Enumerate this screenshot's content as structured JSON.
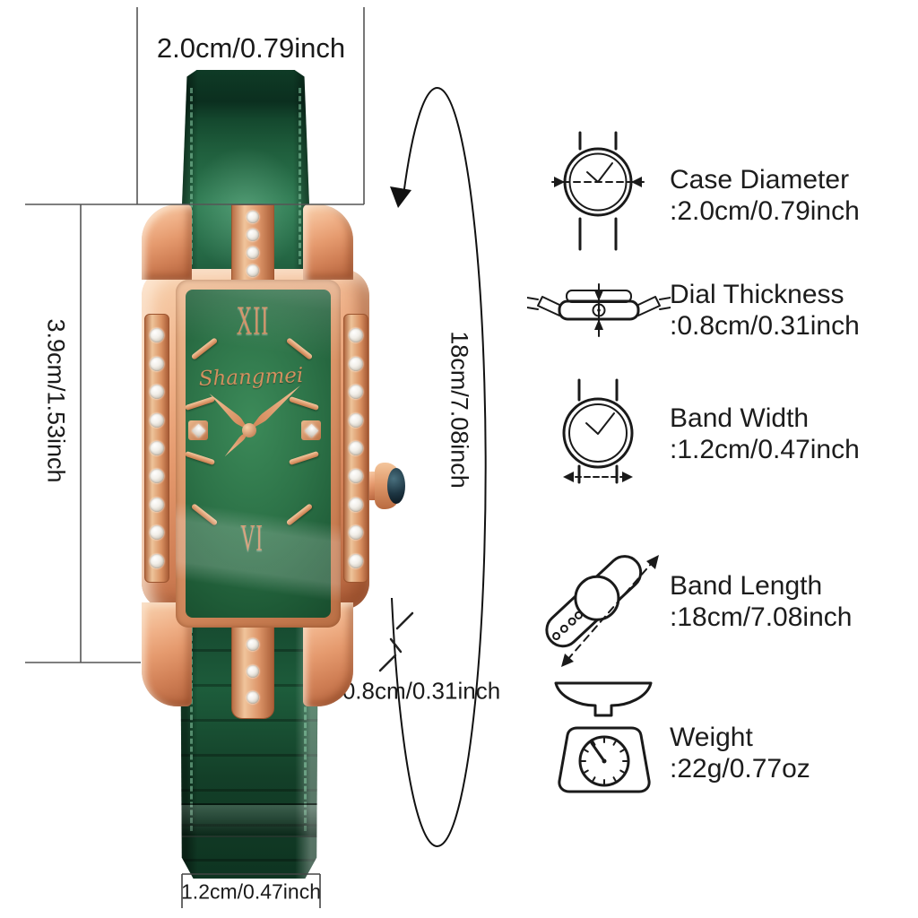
{
  "annotations": {
    "top_width": "2.0cm/0.79inch",
    "case_length": "3.9cm/1.53inch",
    "band_loop": "18cm/7.08inch",
    "thickness": "0.8cm/0.31inch",
    "band_width_bottom": "1.2cm/0.47inch"
  },
  "watch": {
    "brand_logo": "Shangmei",
    "numeral_12": "XII",
    "numeral_6": "VI"
  },
  "specs": [
    {
      "icon": "case-diameter-icon",
      "label": "Case Diameter",
      "value": ":2.0cm/0.79inch"
    },
    {
      "icon": "dial-thickness-icon",
      "label": "Dial Thickness",
      "value": ":0.8cm/0.31inch"
    },
    {
      "icon": "band-width-icon",
      "label": "Band Width",
      "value": ":1.2cm/0.47inch"
    },
    {
      "icon": "band-length-icon",
      "label": "Band Length",
      "value": ":18cm/7.08inch"
    },
    {
      "icon": "weight-icon",
      "label": "Weight",
      "value": ":22g/0.77oz"
    }
  ],
  "colors": {
    "strap_green": "#1d5c3b",
    "dial_green": "#2d7348",
    "rose_gold": "#e8a47c",
    "text": "#1c1c1c"
  }
}
